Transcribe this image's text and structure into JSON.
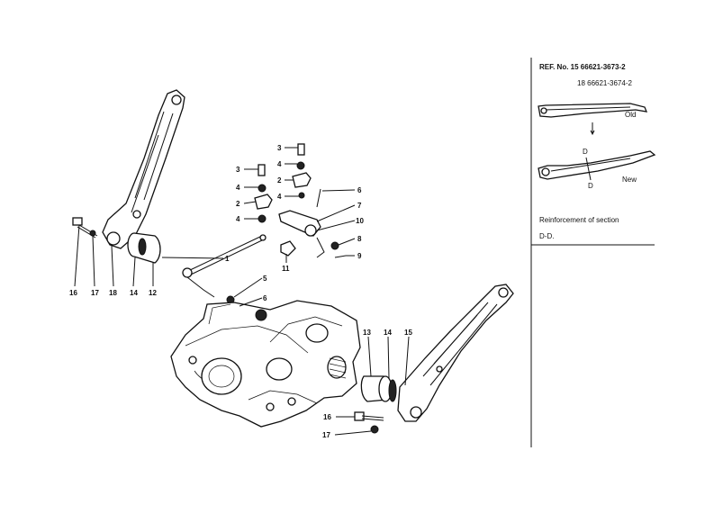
{
  "side_panel": {
    "ref_line_1": "REF. No. 15  66621-3673-2",
    "ref_line_2": "18  66621-3674-2",
    "old_label": "Old",
    "new_label": "New",
    "section_label_top": "D",
    "section_label_bottom": "D",
    "note_line_1": "Reinforcement of section",
    "note_line_2": "D-D."
  },
  "callouts": {
    "c16a": "16",
    "c17a": "17",
    "c18a": "18",
    "c14a": "14",
    "c12a": "12",
    "c1": "1",
    "c5": "5",
    "c6a": "6",
    "c3a": "3",
    "c4a": "4",
    "c2a": "2",
    "c4b": "4",
    "c3b": "3",
    "c4c": "4",
    "c2b": "2",
    "c4d": "4",
    "c6b": "6",
    "c7": "7",
    "c10": "10",
    "c8": "8",
    "c9": "9",
    "c11": "11",
    "c13": "13",
    "c14b": "14",
    "c15": "15",
    "c16b": "16",
    "c17b": "17"
  }
}
